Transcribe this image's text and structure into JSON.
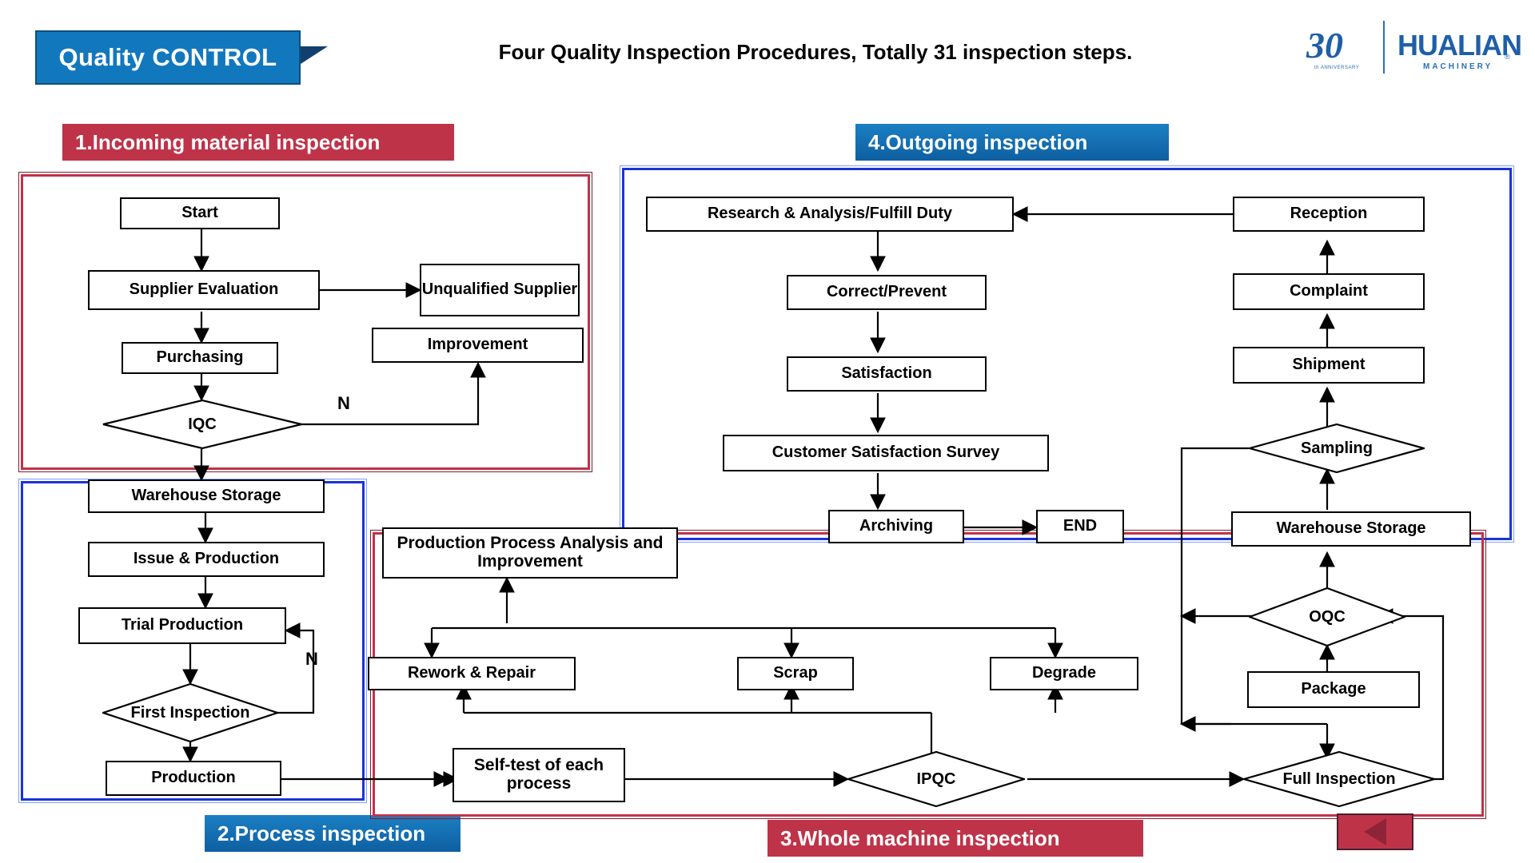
{
  "header": {
    "badge": "Quality CONTROL",
    "headline": "Four Quality Inspection Procedures, Totally 31 inspection steps.",
    "logo": {
      "anniversary": "30",
      "anniversary_sub": "th ANNIVERSARY",
      "brand": "HUALIAN",
      "brand_sub": "MACHINERY",
      "registered": "®"
    }
  },
  "sections": [
    {
      "id": 1,
      "label": "1.Incoming material inspection",
      "color": "#bf3349",
      "style": "red"
    },
    {
      "id": 2,
      "label": "2.Process inspection",
      "color": "#1278be",
      "style": "blue"
    },
    {
      "id": 3,
      "label": "3.Whole machine inspection",
      "color": "#bf3349",
      "style": "red"
    },
    {
      "id": 4,
      "label": "4.Outgoing inspection",
      "color": "#1278be",
      "style": "blue"
    }
  ],
  "nodes": {
    "start": "Start",
    "supplier_evaluation": "Supplier Evaluation",
    "unqualified_supplier": "Unqualified Supplier",
    "improvement": "Improvement",
    "purchasing": "Purchasing",
    "iqc": "IQC",
    "warehouse_storage_1": "Warehouse Storage",
    "issue_production": "Issue & Production",
    "trial_production": "Trial Production",
    "first_inspection": "First Inspection",
    "production": "Production",
    "research_analysis": "Research & Analysis/Fulfill Duty",
    "correct_prevent": "Correct/Prevent",
    "satisfaction": "Satisfaction",
    "customer_satisfaction_survey": "Customer Satisfaction Survey",
    "archiving": "Archiving",
    "end": "END",
    "reception": "Reception",
    "complaint": "Complaint",
    "shipment": "Shipment",
    "sampling": "Sampling",
    "warehouse_storage_2": "Warehouse Storage",
    "production_process": "Production Process Analysis and Improvement",
    "rework_repair": "Rework & Repair",
    "scrap": "Scrap",
    "degrade": "Degrade",
    "oqc": "OQC",
    "package": "Package",
    "self_test": "Self-test of each process",
    "ipqc": "IPQC",
    "full_inspection": "Full Inspection"
  },
  "edge_labels": {
    "iqc_no": "N",
    "first_inspection_no": "N"
  },
  "nav": {
    "back_icon": "triangle-left-icon"
  }
}
